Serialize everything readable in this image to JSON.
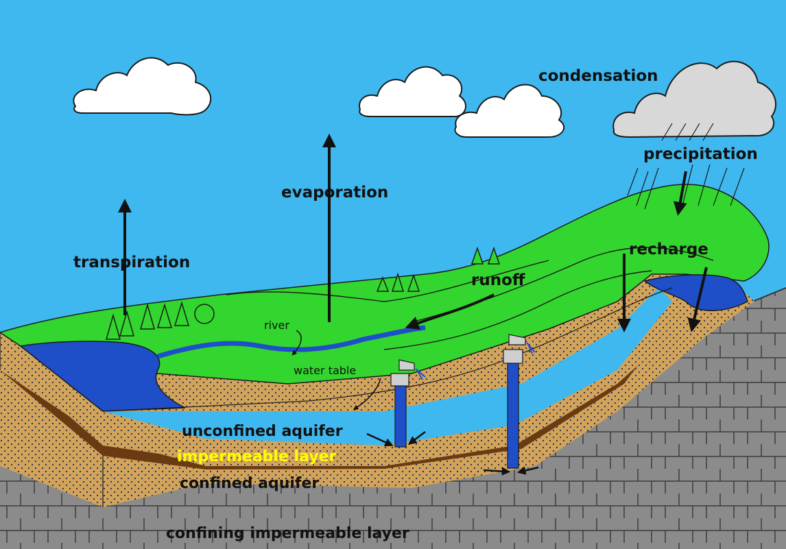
{
  "labels": {
    "condensation": "condensation",
    "precipitation": "precipitation",
    "evaporation": "evaporation",
    "transpiration": "transpiration",
    "runoff": "runoff",
    "recharge": "recharge",
    "river": "river",
    "water_table": "water table",
    "unconfined_aquifer": "unconfined aquifer",
    "impermeable_layer": "impermeable layer",
    "confined_aquifer": "confined aquifer",
    "confining_impermeable_layer": "confining impermeable layer"
  },
  "colors": {
    "sky": "#3fb8f0",
    "grass": "#33d62e",
    "water": "#1f4fc8",
    "sand": "#d2a35a",
    "clay": "#6a3b12",
    "rock": "#8a8a8a",
    "impermeable_text": "#ffff00"
  },
  "icons": [
    "cloud-icon",
    "rain-cloud-icon",
    "tree-icon",
    "faucet-icon",
    "arrow-icon"
  ]
}
